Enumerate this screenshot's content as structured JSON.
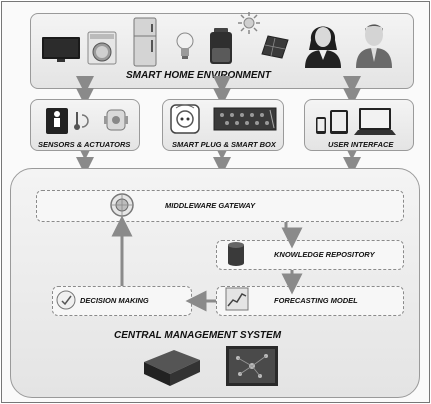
{
  "title_top": "SMART HOME ENVIRONMENT",
  "sensors": "SENSORS & ACTUATORS",
  "smart_plug": "SMART PLUG & SMART BOX",
  "user_interface": "USER INTERFACE",
  "middleware": "MIDDLEWARE GATEWAY",
  "knowledge": "KNOWLEDGE REPOSITORY",
  "forecasting": "FORECASTING MODEL",
  "decision": "DECISION MAKING",
  "central": "CENTRAL MANAGEMENT SYSTEM",
  "icons": [
    "tv-icon",
    "washing-machine-icon",
    "refrigerator-icon",
    "light-bulb-icon",
    "battery-icon",
    "sun-icon",
    "solar-panel-icon",
    "woman-user-icon",
    "man-user-icon",
    "sensor-person-icon",
    "thermometer-icon",
    "actuator-icon",
    "smart-plug-icon",
    "smart-box-icon",
    "smartphone-icon",
    "tablet-icon",
    "laptop-icon",
    "gateway-icon",
    "database-icon",
    "forecast-chart-icon",
    "decision-icon",
    "server-box-icon",
    "monitor-screen-icon"
  ]
}
